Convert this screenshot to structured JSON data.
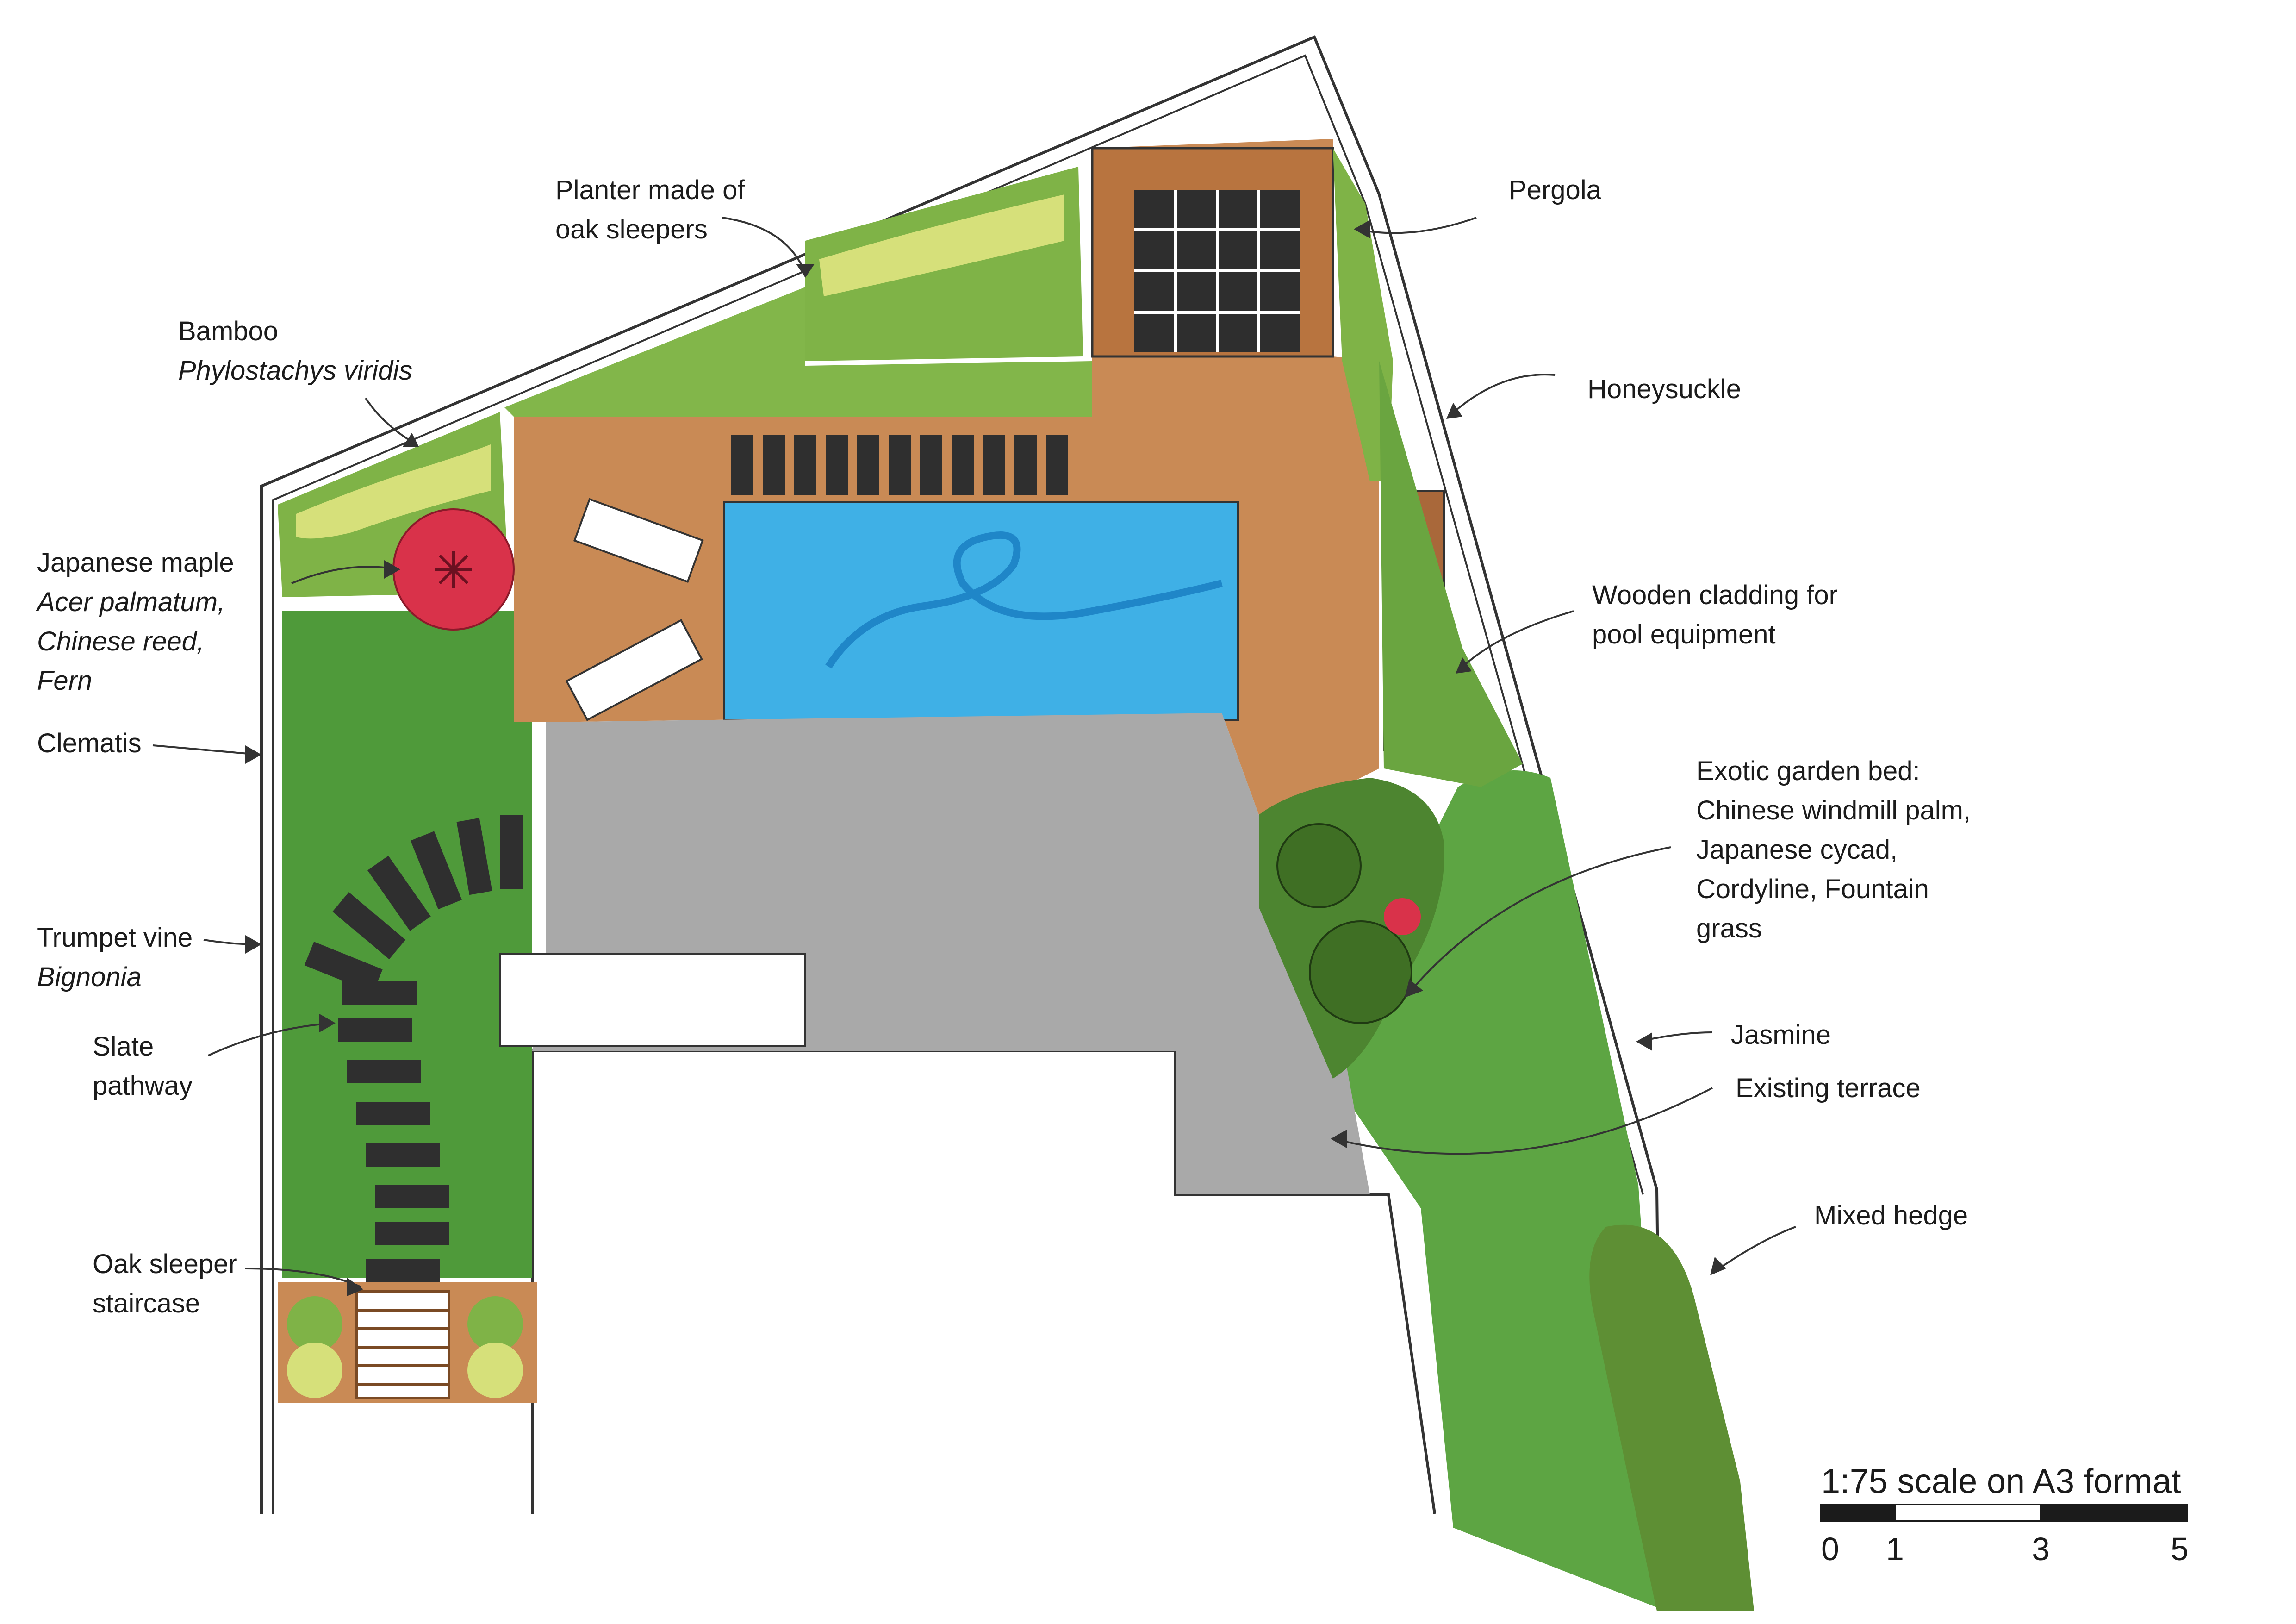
{
  "labels": {
    "planter": [
      "Planter made of",
      "oak sleepers"
    ],
    "pergola": "Pergola",
    "bamboo": [
      "Bamboo",
      "Phylostachys viridis"
    ],
    "honeysuckle": "Honeysuckle",
    "maple": [
      "Japanese maple",
      "Acer palmatum,",
      "Chinese reed,",
      "Fern"
    ],
    "cladding": [
      "Wooden cladding for",
      "pool equipment"
    ],
    "clematis": "Clematis",
    "exotic": [
      "Exotic garden bed:",
      "Chinese windmill palm,",
      "Japanese cycad,",
      "Cordyline, Fountain",
      "grass"
    ],
    "trumpet": [
      "Trumpet vine",
      "Bignonia"
    ],
    "slate": [
      "Slate",
      "pathway"
    ],
    "jasmine": "Jasmine",
    "terrace": "Existing terrace",
    "hedge": "Mixed hedge",
    "staircase": [
      "Oak sleeper",
      "staircase"
    ]
  },
  "scale": {
    "title": "1:75 scale on A3 format",
    "ticks": [
      "0",
      "1",
      "3",
      "5"
    ]
  },
  "colors": {
    "lawn": "#4f9a3a",
    "lawn_light": "#63ad47",
    "wood": "#c98a55",
    "wood_dark": "#a9683a",
    "pool": "#3fb0e6",
    "terrace": "#a9a9a9",
    "slate": "#2f2f2f",
    "foliage": "#7fb347",
    "foliage_light": "#d6e07a",
    "maple": "#d9324a",
    "hedge": "#5e8f34"
  }
}
